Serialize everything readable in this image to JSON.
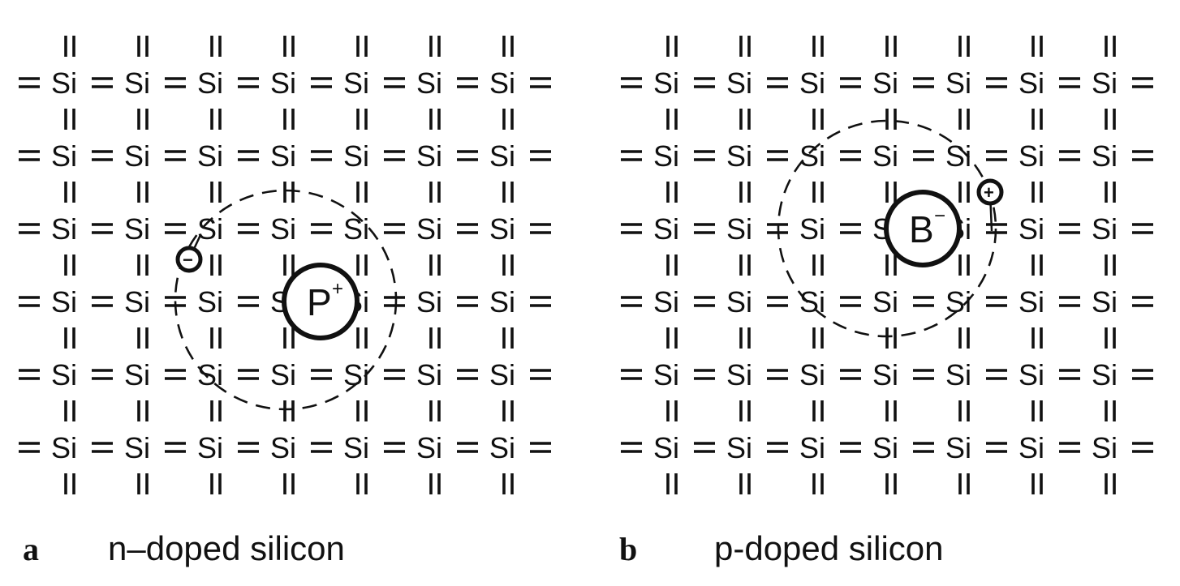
{
  "panels": [
    {
      "id": "a",
      "caption_letter": "a",
      "caption_text": "n–doped silicon",
      "atom_label": "Si",
      "dopant": {
        "symbol": "P",
        "charge": "+",
        "row": 3,
        "col": 3.5
      },
      "carrier": {
        "sign": "−"
      },
      "grid": {
        "rows": 6,
        "cols": 7
      }
    },
    {
      "id": "b",
      "caption_letter": "b",
      "caption_text": "p-doped silicon",
      "atom_label": "Si",
      "dopant": {
        "symbol": "B",
        "charge": "−",
        "row": 2,
        "col": 3.5
      },
      "carrier": {
        "sign": "+"
      },
      "grid": {
        "rows": 6,
        "cols": 7
      }
    }
  ]
}
